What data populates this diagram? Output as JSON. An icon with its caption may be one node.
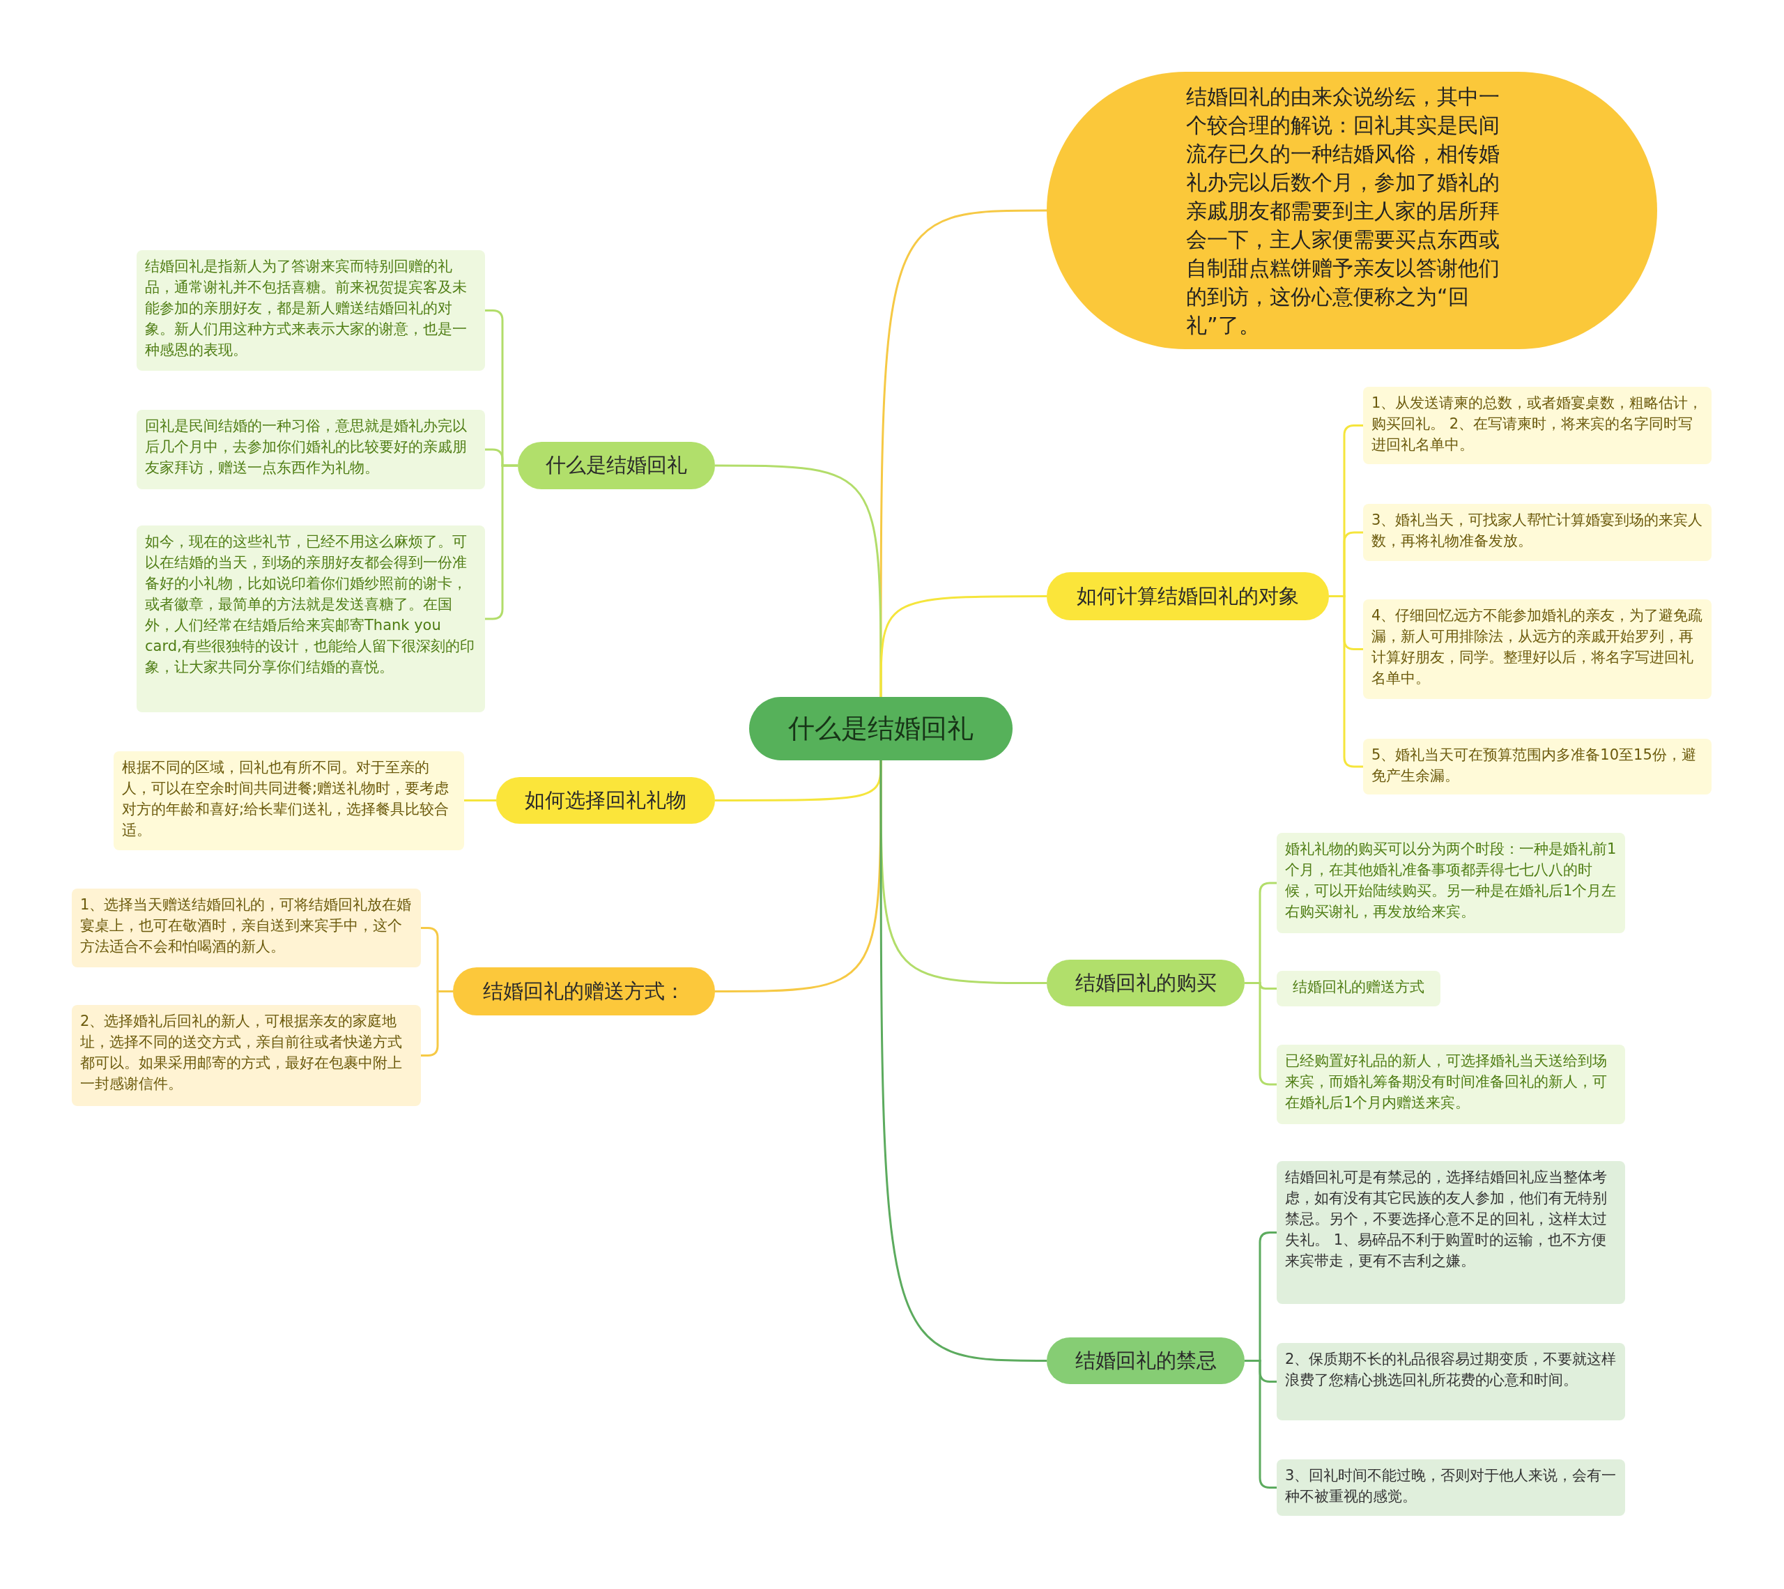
{
  "diagram": {
    "nodes": [
      {
        "text": [
          "什么是结婚回礼"
        ]
      },
      {
        "text": [
          "结婚回礼的由来众说纷纭，其中一个较合理的解说：回礼其实是民间流存已久的一种结婚风俗，相传婚礼办完以后数个月，参加了婚礼的亲戚朋友都需要到主人家的居所拜会一下，主人家便需要买点东西或自制甜点糕饼赠予亲友以答谢他们的到访，这份心意便称之为“回礼”了。"
        ]
      },
      {
        "text": [
          "什么是结婚回礼"
        ]
      },
      {
        "text": [
          "结婚回礼是指新人为了答谢来宾而特别回赠的礼品，通常谢礼并不包括喜糖。前来祝贺提宾客及未能参加的亲朋好友，都是新人赠送结婚回礼的对象。新人们用这种方式来表示大家的谢意，也是一种感恩的表现。"
        ]
      },
      {
        "text": [
          "回礼是民间结婚的一种习俗，意思就是婚礼办完以后几个月中，去参加你们婚礼的比较要好的亲戚朋友家拜访，赠送一点东西作为礼物。"
        ]
      },
      {
        "text": [
          "如今，现在的这些礼节，已经不用这么麻烦了。可以在结婚的当天，到场的亲朋好友都会得到一份准备好的小礼物，比如说印着你们婚纱照前的谢卡，或者徽章，最简单的方法就是发送喜糖了。在国外，人们经常在结婚后给来宾邮寄Thank you card,有些很独特的设计，也能给人留下很深刻的印象，让大家共同分享你们结婚的喜悦。"
        ]
      },
      {
        "text": [
          "如何计算结婚回礼的对象"
        ]
      },
      {
        "text": [
          "1、从发送请柬的总数，或者婚宴桌数，粗略估计，购买回礼。 2、在写请柬时，将来宾的名字同时写进回礼名单中。"
        ]
      },
      {
        "text": [
          "3、婚礼当天，可找家人帮忙计算婚宴到场的来宾人数，再将礼物准备发放。"
        ]
      },
      {
        "text": [
          "4、仔细回忆远方不能参加婚礼的亲友，为了避免疏漏，新人可用排除法，从远方的亲戚开始罗列，再计算好朋友，同学。整理好以后，将名字写进回礼名单中。"
        ]
      },
      {
        "text": [
          "5、婚礼当天可在预算范围内多准备10至15份，避免产生余漏。"
        ]
      },
      {
        "text": [
          "如何选择回礼礼物"
        ]
      },
      {
        "text": [
          "根据不同的区域，回礼也有所不同。对于至亲的人，可以在空余时间共同进餐;赠送礼物时，要考虑对方的年龄和喜好;给长辈们送礼，选择餐具比较合适。"
        ]
      },
      {
        "text": [
          "结婚回礼的购买"
        ]
      },
      {
        "text": [
          "婚礼礼物的购买可以分为两个时段：一种是婚礼前1个月，在其他婚礼准备事项都弄得七七八八的时候，可以开始陆续购买。另一种是在婚礼后1个月左右购买谢礼，再发放给来宾。"
        ]
      },
      {
        "text": [
          "结婚回礼的赠送方式"
        ]
      },
      {
        "text": [
          "已经购置好礼品的新人，可选择婚礼当天送给到场来宾，而婚礼筹备期没有时间准备回礼的新人，可在婚礼后1个月内赠送来宾。"
        ]
      },
      {
        "text": [
          "结婚回礼的赠送方式："
        ]
      },
      {
        "text": [
          "1、选择当天赠送结婚回礼的，可将结婚回礼放在婚宴桌上，也可在敬酒时，亲自送到来宾手中，这个方法适合不会和怕喝酒的新人。"
        ]
      },
      {
        "text": [
          "2、选择婚礼后回礼的新人，可根据亲友的家庭地址，选择不同的送交方式，亲自前往或者快递方式都可以。如果采用邮寄的方式，最好在包裹中附上一封感谢信件。"
        ]
      },
      {
        "text": [
          "结婚回礼的禁忌"
        ]
      },
      {
        "text": [
          "结婚回礼可是有禁忌的，选择结婚回礼应当整体考虑，如有没有其它民族的友人参加，他们有无特别禁忌。另个，不要选择心意不足的回礼，这样太过失礼。 1、易碎品不利于购置时的运输，也不方便来宾带走，更有不吉利之嫌。"
        ]
      },
      {
        "text": [
          "2、保质期不长的礼品很容易过期变质，不要就这样浪费了您精心挑选回礼所花费的心意和时间。"
        ]
      },
      {
        "text": [
          "3、回礼时间不能过晚，否则对于他人来说，会有一种不被重视的感觉。"
        ]
      }
    ],
    "edges": [
      {
        "from": 0,
        "to": 1,
        "arrow": "none",
        "color": "#f6c945"
      },
      {
        "from": 0,
        "to": 2,
        "arrow": "none",
        "color": "#b2dd6a"
      },
      {
        "from": 2,
        "to": 3,
        "arrow": "none",
        "color": "#b2dd6a"
      },
      {
        "from": 2,
        "to": 4,
        "arrow": "none",
        "color": "#b2dd6a"
      },
      {
        "from": 2,
        "to": 5,
        "arrow": "none",
        "color": "#b2dd6a"
      },
      {
        "from": 0,
        "to": 6,
        "arrow": "none",
        "color": "#f5e53c"
      },
      {
        "from": 6,
        "to": 7,
        "arrow": "none",
        "color": "#f5e53c"
      },
      {
        "from": 6,
        "to": 8,
        "arrow": "none",
        "color": "#f5e53c"
      },
      {
        "from": 6,
        "to": 9,
        "arrow": "none",
        "color": "#f5e53c"
      },
      {
        "from": 6,
        "to": 10,
        "arrow": "none",
        "color": "#f5e53c"
      },
      {
        "from": 0,
        "to": 11,
        "arrow": "none",
        "color": "#f5e53c"
      },
      {
        "from": 11,
        "to": 12,
        "arrow": "none",
        "color": "#f5e53c"
      },
      {
        "from": 0,
        "to": 13,
        "arrow": "none",
        "color": "#b2dd6a"
      },
      {
        "from": 13,
        "to": 14,
        "arrow": "none",
        "color": "#b2dd6a"
      },
      {
        "from": 13,
        "to": 15,
        "arrow": "none",
        "color": "#b2dd6a"
      },
      {
        "from": 13,
        "to": 16,
        "arrow": "none",
        "color": "#b2dd6a"
      },
      {
        "from": 0,
        "to": 17,
        "arrow": "none",
        "color": "#f6c945"
      },
      {
        "from": 17,
        "to": 18,
        "arrow": "none",
        "color": "#f6c945"
      },
      {
        "from": 17,
        "to": 19,
        "arrow": "none",
        "color": "#f6c945"
      },
      {
        "from": 0,
        "to": 20,
        "arrow": "none",
        "color": "#5cab5e"
      },
      {
        "from": 20,
        "to": 21,
        "arrow": "none",
        "color": "#5cab5e"
      },
      {
        "from": 20,
        "to": 22,
        "arrow": "none",
        "color": "#5cab5e"
      },
      {
        "from": 20,
        "to": 23,
        "arrow": "none",
        "color": "#5cab5e"
      }
    ]
  }
}
